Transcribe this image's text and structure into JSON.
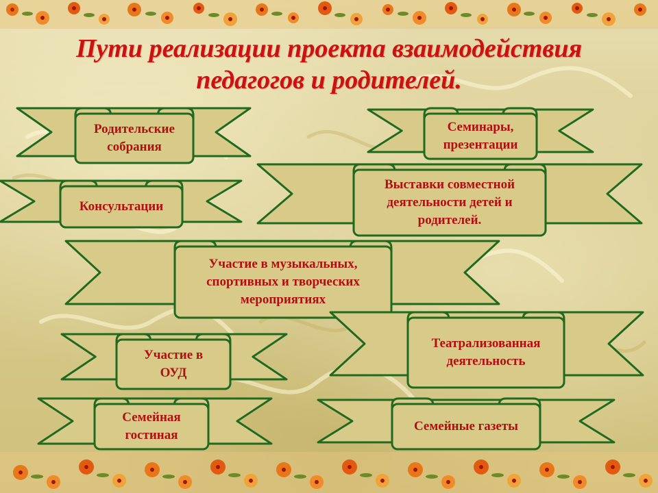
{
  "title": {
    "line1": "Пути реализации проекта взаимодействия",
    "line2": "педагогов и родителей."
  },
  "items": [
    {
      "line1": "Родительские",
      "line2": "собрания"
    },
    {
      "line1": "Семинары,",
      "line2": "презентации"
    },
    {
      "line1": "Консультации"
    },
    {
      "line1": "Выставки совместной",
      "line2": "деятельности детей и",
      "line3": "родителей."
    },
    {
      "line1": "Участие в музыкальных,",
      "line2": "спортивных и творческих",
      "line3": "мероприятиях"
    },
    {
      "line1": "Участие в",
      "line2": "ОУД"
    },
    {
      "line1": "Театрализованная",
      "line2": "деятельность"
    },
    {
      "line1": "Семейная",
      "line2": "гостиная"
    },
    {
      "line1": "Семейные газеты"
    }
  ],
  "colors": {
    "ribbon_stroke": "#1f6a1f",
    "ribbon_fill": "#d8ca88",
    "text": "#b01010",
    "title": "#cc1111"
  }
}
